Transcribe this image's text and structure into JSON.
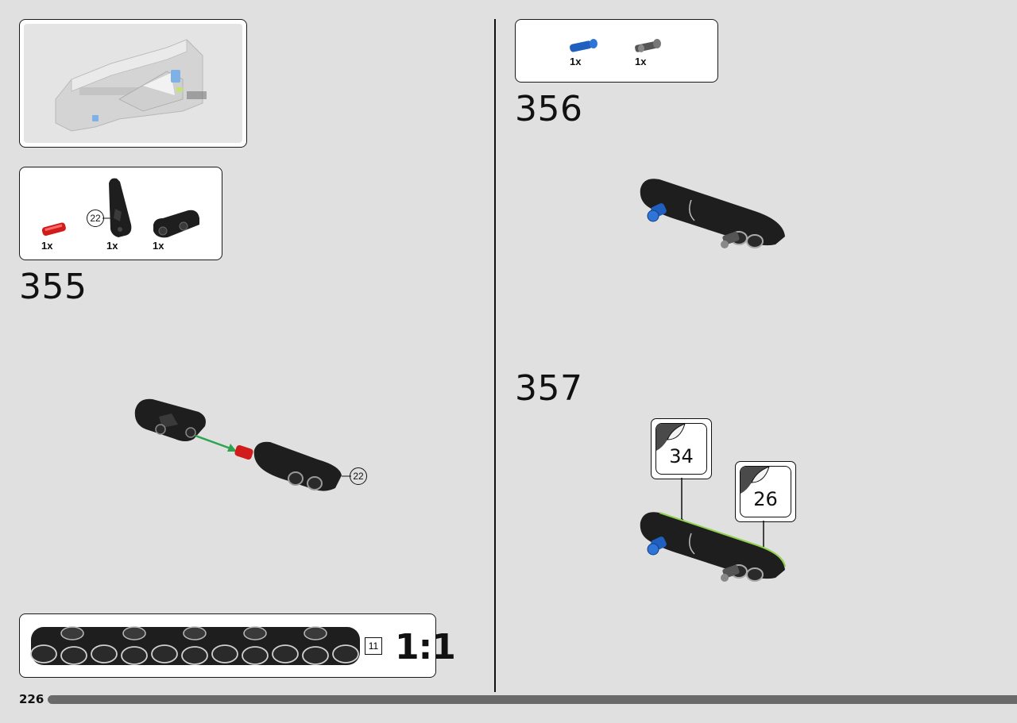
{
  "page": {
    "number": "226",
    "progress": 1.0
  },
  "submodel_preview": {
    "icon": "assembled-submodel-image"
  },
  "step_355": {
    "step_number": "355",
    "parts": [
      {
        "qty": "1x",
        "icon": "red-axle-pin"
      },
      {
        "qty": "1x",
        "icon": "black-panel-22"
      },
      {
        "qty": "1x",
        "icon": "black-connector-beam"
      }
    ],
    "callout_panel": "22",
    "callout_main": "22"
  },
  "scale_box": {
    "length_label": "11",
    "scale_label": "1:1",
    "icon": "technic-beam-11"
  },
  "step_356": {
    "step_number": "356",
    "parts": [
      {
        "qty": "1x",
        "icon": "blue-pin"
      },
      {
        "qty": "1x",
        "icon": "gray-axle-pin"
      }
    ]
  },
  "step_357": {
    "step_number": "357",
    "stickers": [
      {
        "number": "34"
      },
      {
        "number": "26"
      }
    ]
  },
  "colors": {
    "background": "#e0e0e0",
    "part_black": "#1e1e1e",
    "part_red": "#d21c1c",
    "part_blue": "#1f5fbf",
    "arrow_green": "#2ea44f",
    "sticker_green": "#8fd14f"
  }
}
